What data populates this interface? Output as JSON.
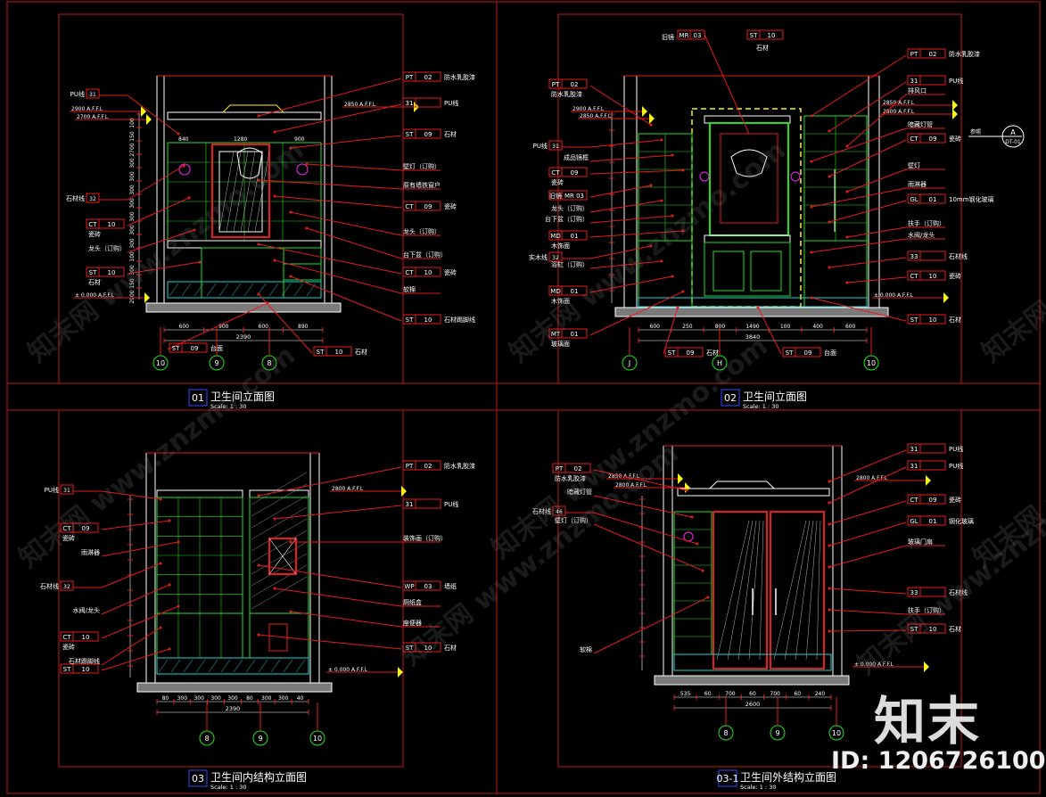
{
  "panels": [
    {
      "id": "p1",
      "number": "01",
      "title": "卫生间立面图",
      "scale": "Scale: 1 : 30",
      "tags": [
        {
          "code": "PT",
          "num": "02",
          "desc": "防水乳胶漆"
        },
        {
          "code": "31",
          "num": "",
          "desc": "PU线"
        },
        {
          "code": "ST",
          "num": "09",
          "desc": "石材"
        },
        {
          "code": "",
          "num": "",
          "desc": "壁灯（订购）"
        },
        {
          "code": "",
          "num": "",
          "desc": "原有墙铁窗户"
        },
        {
          "code": "CT",
          "num": "09",
          "desc": "瓷砖"
        },
        {
          "code": "",
          "num": "",
          "desc": "龙头（订购）"
        },
        {
          "code": "",
          "num": "",
          "desc": "台下盆（订购）"
        },
        {
          "code": "CT",
          "num": "10",
          "desc": "瓷砖"
        },
        {
          "code": "",
          "num": "",
          "desc": "软棉"
        },
        {
          "code": "ST",
          "num": "10",
          "desc": "石材踢脚线"
        }
      ],
      "left_tags": [
        {
          "code": "PU线",
          "num": "31",
          "desc": ""
        },
        {
          "code": "石材线",
          "num": "32",
          "desc": ""
        },
        {
          "code": "CT",
          "num": "10",
          "desc": "瓷砖"
        },
        {
          "code": "龙头（订购）",
          "num": "",
          "desc": ""
        },
        {
          "code": "ST",
          "num": "10",
          "desc": "石材"
        }
      ],
      "levels": [
        "2900 A.F.F.L",
        "2700 A.F.F.L",
        "2850 A.F.F.L",
        "± 0.000 A.F.F.L"
      ],
      "vdims": [
        "100",
        "150",
        "2700",
        "300",
        "300",
        "300",
        "300",
        "300",
        "300",
        "300",
        "100",
        "300",
        "150",
        "2900"
      ],
      "hdims": [
        "600",
        "900",
        "600",
        "890"
      ],
      "hdim_total": "2390",
      "hdims_top": [
        "840",
        "1280",
        "900"
      ],
      "bottom_tags": [
        {
          "code": "ST",
          "num": "09",
          "desc": "台面"
        },
        {
          "code": "ST",
          "num": "10",
          "desc": "石材"
        }
      ],
      "grids": [
        "10",
        "9",
        "8"
      ]
    },
    {
      "id": "p2",
      "number": "02",
      "title": "卫生间立面图",
      "scale": "Scale: 1 : 30",
      "tags": [
        {
          "code": "PT",
          "num": "02",
          "desc": "防水乳胶漆"
        },
        {
          "code": "31",
          "num": "",
          "desc": "PU线"
        },
        {
          "code": "",
          "num": "",
          "desc": "排风口"
        },
        {
          "code": "",
          "num": "",
          "desc": "暗藏灯管"
        },
        {
          "code": "CT",
          "num": "09",
          "desc": "瓷砖"
        },
        {
          "code": "",
          "num": "",
          "desc": "壁灯"
        },
        {
          "code": "",
          "num": "",
          "desc": "雨淋器"
        },
        {
          "code": "GL",
          "num": "01",
          "desc": "10mm钢化玻璃"
        },
        {
          "code": "",
          "num": "",
          "desc": "扶手（订购）"
        },
        {
          "code": "",
          "num": "",
          "desc": "水阀/龙头"
        },
        {
          "code": "33",
          "num": "",
          "desc": "石材线"
        },
        {
          "code": "CT",
          "num": "10",
          "desc": "瓷砖"
        },
        {
          "code": "ST",
          "num": "10",
          "desc": "石材"
        }
      ],
      "top_tags": [
        {
          "code": "MR",
          "num": "03",
          "desc": "旧镜"
        },
        {
          "code": "ST",
          "num": "10",
          "desc": "石材"
        }
      ],
      "left_tags": [
        {
          "code": "PT",
          "num": "02",
          "desc": "防水乳胶漆"
        },
        {
          "code": "PU线",
          "num": "31",
          "desc": ""
        },
        {
          "code": "",
          "num": "",
          "desc": "成品镜框"
        },
        {
          "code": "CT",
          "num": "09",
          "desc": "瓷砖"
        },
        {
          "code": "旧镜",
          "num": "MR 03",
          "desc": ""
        },
        {
          "code": "",
          "num": "",
          "desc": "龙头（订购）"
        },
        {
          "code": "",
          "num": "",
          "desc": "台下盆（订购）"
        },
        {
          "code": "MD",
          "num": "01",
          "desc": "木饰面"
        },
        {
          "code": "实木线",
          "num": "32",
          "desc": ""
        },
        {
          "code": "",
          "num": "",
          "desc": "浴缸（订购）"
        },
        {
          "code": "MD",
          "num": "01",
          "desc": "木饰面"
        },
        {
          "code": "MT",
          "num": "01",
          "desc": "玻璃面"
        }
      ],
      "levels": [
        "2900 A.F.F.L",
        "2850 A.F.F.L",
        "2850 A.F.F.L",
        "2800 A.F.F.L",
        "± 0.000 A.F.F.L"
      ],
      "hdims": [
        "600",
        "250",
        "800",
        "1490",
        "100",
        "400",
        "600"
      ],
      "hdim_total": "3840",
      "bottom_tags": [
        {
          "code": "ST",
          "num": "09",
          "desc": "石材"
        },
        {
          "code": "ST",
          "num": "09",
          "desc": "台面"
        }
      ],
      "grids": [
        "J",
        "H",
        "10"
      ],
      "detail": {
        "top": "A",
        "bottom": "DT-01",
        "lead": "参照"
      }
    },
    {
      "id": "p3",
      "number": "03",
      "title": "卫生间内结构立面图",
      "scale": "Scale: 1 : 30",
      "tags": [
        {
          "code": "PT",
          "num": "02",
          "desc": "防水乳胶漆"
        },
        {
          "code": "31",
          "num": "",
          "desc": "PU线"
        },
        {
          "code": "",
          "num": "",
          "desc": "装饰画（订购）"
        },
        {
          "code": "WP",
          "num": "03",
          "desc": "墙纸"
        },
        {
          "code": "",
          "num": "",
          "desc": "厕纸盒"
        },
        {
          "code": "",
          "num": "",
          "desc": "座便器"
        },
        {
          "code": "ST",
          "num": "10",
          "desc": "石材"
        }
      ],
      "left_tags": [
        {
          "code": "PU线",
          "num": "31",
          "desc": ""
        },
        {
          "code": "CT",
          "num": "09",
          "desc": "瓷砖"
        },
        {
          "code": "",
          "num": "",
          "desc": "雨淋器"
        },
        {
          "code": "石材线",
          "num": "32",
          "desc": ""
        },
        {
          "code": "",
          "num": "",
          "desc": "水阀/龙头"
        },
        {
          "code": "CT",
          "num": "10",
          "desc": "瓷砖"
        },
        {
          "code": "",
          "num": "",
          "desc": "石材踢脚线"
        },
        {
          "code": "ST",
          "num": "10",
          "desc": ""
        }
      ],
      "levels": [
        "2800 A.F.F.L",
        "± 0.000 A.F.F.L"
      ],
      "hdims": [
        "80",
        "300",
        "300",
        "300",
        "300",
        "80",
        "300",
        "300",
        "40"
      ],
      "hdim_total": "2390",
      "grids": [
        "8",
        "9",
        "10"
      ]
    },
    {
      "id": "p4",
      "number": "03-1",
      "title": "卫生间外结构立面图",
      "scale": "Scale: 1 : 30",
      "tags": [
        {
          "code": "31",
          "num": "",
          "desc": "PU线"
        },
        {
          "code": "31",
          "num": "",
          "desc": "PU线"
        },
        {
          "code": "CT",
          "num": "09",
          "desc": "瓷砖"
        },
        {
          "code": "GL",
          "num": "01",
          "desc": "钢化玻璃"
        },
        {
          "code": "",
          "num": "",
          "desc": "玻璃门扇"
        },
        {
          "code": "33",
          "num": "",
          "desc": "石材线"
        },
        {
          "code": "",
          "num": "",
          "desc": "扶手（订购）"
        },
        {
          "code": "ST",
          "num": "10",
          "desc": "石材"
        }
      ],
      "left_tags": [
        {
          "code": "PT",
          "num": "02",
          "desc": "防水乳胶漆"
        },
        {
          "code": "",
          "num": "",
          "desc": "暗藏灯管"
        },
        {
          "code": "石材线",
          "num": "46",
          "desc": ""
        },
        {
          "code": "",
          "num": "",
          "desc": "壁灯（订购）"
        },
        {
          "code": "",
          "num": "",
          "desc": "软棉"
        }
      ],
      "levels": [
        "2850 A.F.F.L",
        "2800 A.F.F.L",
        "2800 A.F.F.L",
        "± 0.000 A.F.F.L"
      ],
      "hdims": [
        "535",
        "60",
        "700",
        "60",
        "700",
        "60",
        "240"
      ],
      "hdim_total": "2600",
      "grids": [
        "8",
        "9",
        "10"
      ]
    }
  ],
  "watermark": "知末网 www.znzmo.com",
  "brand": "知末",
  "image_id": "ID: 1206726100",
  "colors": {
    "frame": "#c21818",
    "line": "#e81a1a",
    "green": "#1ee21e",
    "yellow": "#f5f51a",
    "cyan": "#18d6d6",
    "white": "#ffffff",
    "blue": "#2f4cff",
    "magenta": "#ff22ff",
    "grey": "#b4b4b4"
  }
}
